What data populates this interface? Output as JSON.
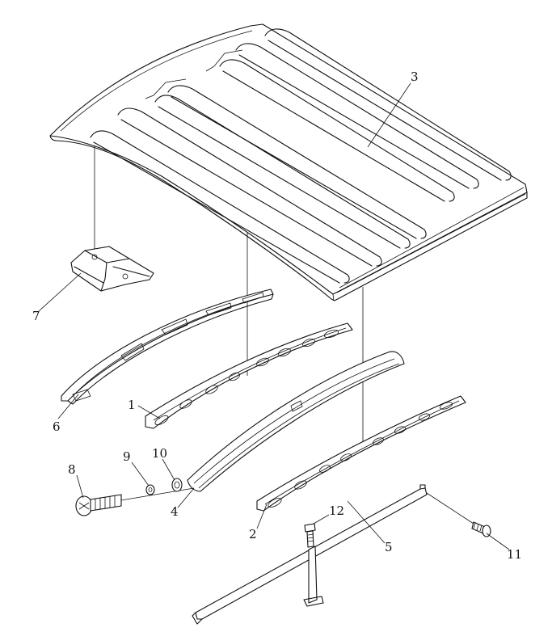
{
  "diagram": {
    "parts": [
      {
        "id": "roof-panel",
        "label": "3"
      },
      {
        "id": "bracket",
        "label": "7"
      },
      {
        "id": "front-rail",
        "label": "6"
      },
      {
        "id": "reinforcement-front",
        "label": "1"
      },
      {
        "id": "rear-bow",
        "label": "4"
      },
      {
        "id": "reinforcement-rear",
        "label": "2"
      },
      {
        "id": "support-bar",
        "label": "5"
      },
      {
        "id": "bolt-large",
        "label": "8"
      },
      {
        "id": "washer",
        "label": "9"
      },
      {
        "id": "spacer-ring",
        "label": "10"
      },
      {
        "id": "bolt-small-left",
        "label": "12"
      },
      {
        "id": "bolt-small-right",
        "label": "11"
      }
    ]
  }
}
